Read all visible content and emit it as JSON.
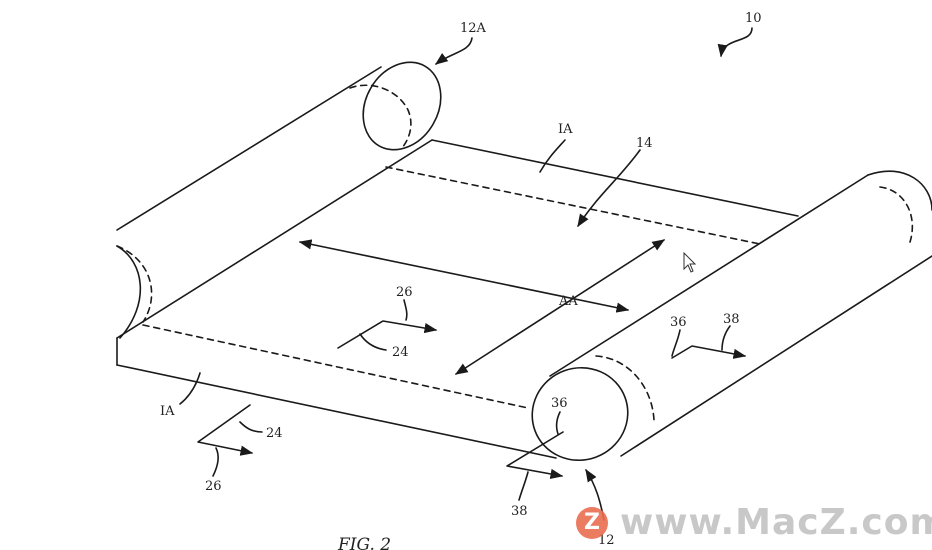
{
  "figure_caption": "FIG. 2",
  "labels": {
    "ref_10": "10",
    "ref_12A": "12A",
    "ref_IA_top": "IA",
    "ref_14": "14",
    "ref_AA": "AA",
    "ref_26_center": "26",
    "ref_24_center": "24",
    "ref_36_right": "36",
    "ref_38_right": "38",
    "ref_IA_left": "IA",
    "ref_24_bottom": "24",
    "ref_26_bottom": "26",
    "ref_36_bottom": "36",
    "ref_38_bottom": "38",
    "ref_12": "12"
  },
  "watermark": {
    "badge": "Z",
    "text": "www.MacZ.com"
  },
  "colors": {
    "line": "#1a1a1a",
    "watermark_text": "#bebebe",
    "watermark_badge": "#e96e50"
  }
}
